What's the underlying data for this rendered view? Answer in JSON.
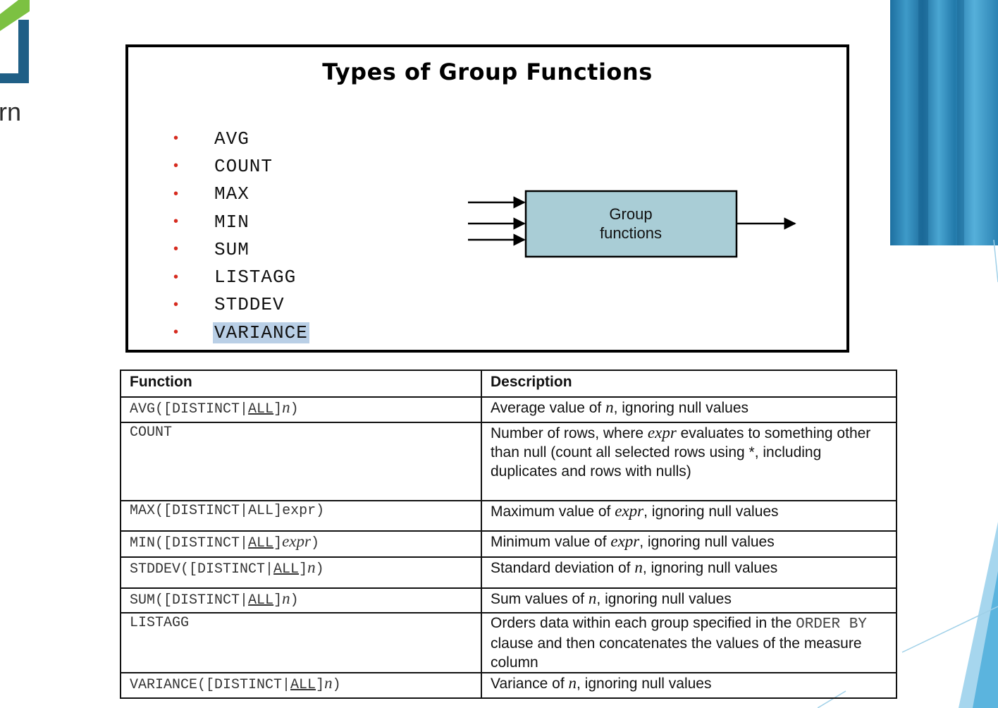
{
  "logo": {
    "partial_text": "rn"
  },
  "slide": {
    "title": "Types of Group Functions",
    "functions": [
      "AVG",
      "COUNT",
      "MAX",
      "MIN",
      "SUM",
      "LISTAGG",
      "STDDEV",
      "VARIANCE"
    ],
    "highlighted_function": "VARIANCE",
    "diagram_label_line1": "Group",
    "diagram_label_line2": "functions"
  },
  "table": {
    "headers": [
      "Function",
      "Description"
    ],
    "rows": [
      {
        "fn_name": "AVG",
        "fn_open": "([DISTINCT|",
        "fn_all": "ALL",
        "fn_close_open": "]",
        "fn_arg": "n",
        "fn_close": ")",
        "d1": "Average value of ",
        "d_var": "n",
        "d2": ", ignoring null values"
      },
      {
        "fn_name": "COUNT",
        "d1": "Number of rows, where ",
        "d_var": "expr",
        "d2": " evaluates to something other than null (count all selected rows using *, including duplicates and rows with nulls)"
      },
      {
        "fn_name": "MAX",
        "fn_open": "([DISTINCT|",
        "fn_all": "ALL",
        "fn_close_open": "]",
        "fn_arg": "expr",
        "fn_close": ")",
        "d1": "Maximum value of ",
        "d_var": "expr",
        "d2": ", ignoring null values"
      },
      {
        "fn_name": "MIN",
        "fn_open": "([DISTINCT|",
        "fn_all": "ALL",
        "fn_close_open": "]",
        "fn_arg": "expr",
        "fn_close": ")",
        "d1": "Minimum value of ",
        "d_var": "expr",
        "d2": ", ignoring null values"
      },
      {
        "fn_name": "STDDEV",
        "fn_open": "([DISTINCT|",
        "fn_all": "ALL",
        "fn_close_open": "]",
        "fn_arg": "n",
        "fn_close": ")",
        "d1": "Standard deviation of ",
        "d_var": "n",
        "d2": ", ignoring null values"
      },
      {
        "fn_name": "SUM",
        "fn_open": "([DISTINCT|",
        "fn_all": "ALL",
        "fn_close_open": "]",
        "fn_arg": "n",
        "fn_close": ")",
        "d1": "Sum values of ",
        "d_var": "n",
        "d2": ", ignoring null values"
      },
      {
        "fn_name": "LISTAGG",
        "d1": "Orders data within each group specified in the ",
        "d_code": "ORDER BY",
        "d2": " clause and then concatenates the values of the measure column"
      },
      {
        "fn_name": "VARIANCE",
        "fn_open": "([DISTINCT|",
        "fn_all": "ALL",
        "fn_close_open": "]",
        "fn_arg": "n",
        "fn_close": ")",
        "d1": "Variance of ",
        "d_var": "n",
        "d2": ", ignoring null values"
      }
    ]
  },
  "colors": {
    "bullet": "#d62b1f",
    "diagram_box": "#a9cdd6",
    "highlight": "#b9cfe6",
    "logo_green": "#7cc142",
    "logo_blue": "#1f5f86"
  }
}
